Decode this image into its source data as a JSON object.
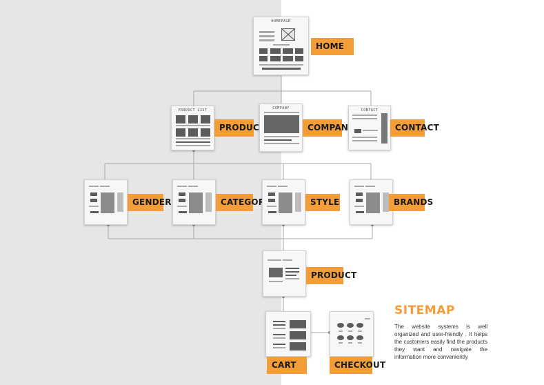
{
  "nodes": {
    "home": {
      "label": "HOME",
      "page_title": "HOMEPAGE"
    },
    "products": {
      "label": "PRODUCTS",
      "page_title": "PRODUCT LIST"
    },
    "company": {
      "label": "COMPANY",
      "page_title": "COMPANY"
    },
    "contact": {
      "label": "CONTACT",
      "page_title": "CONTACT"
    },
    "gender": {
      "label": "GENDER"
    },
    "category": {
      "label": "CATEGORY"
    },
    "style": {
      "label": "STYLE"
    },
    "brands": {
      "label": "BRANDS"
    },
    "product": {
      "label": "PRODUCT"
    },
    "cart": {
      "label": "CART"
    },
    "checkout": {
      "label": "CHECKOUT"
    }
  },
  "sitemap": {
    "title": "SITEMAP",
    "description": " The website systems is well organized and user-friendly . It helps the customers easily find the products they want and navigate the information more conveniently"
  },
  "colors": {
    "accent": "#f29d38",
    "left_panel": "#e6e6e6",
    "wireframe_block": "#5c5c5c",
    "connector": "#a8a8a8"
  }
}
